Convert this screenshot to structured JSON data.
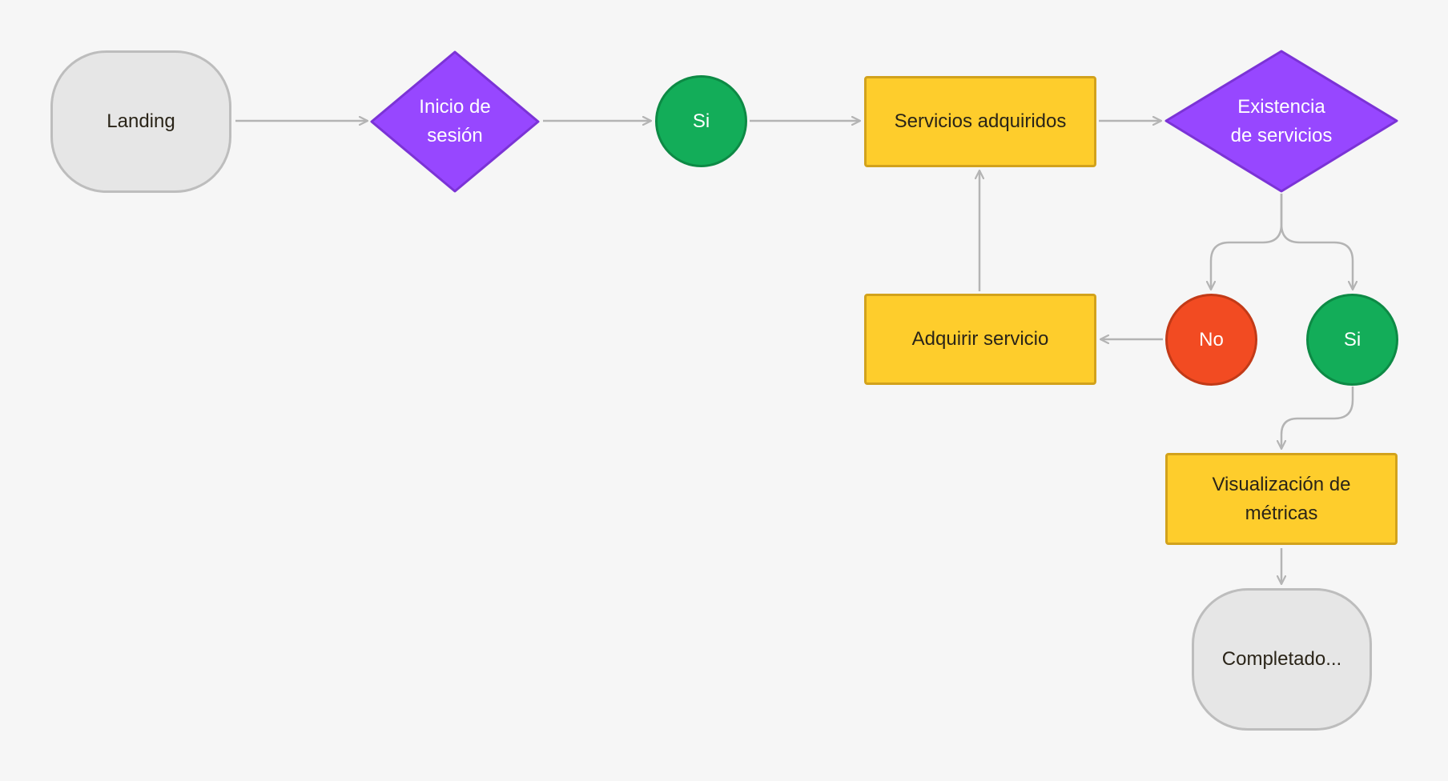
{
  "colors": {
    "background": "#f6f6f6",
    "terminal_fill": "#e6e6e6",
    "terminal_stroke": "#bdbdbd",
    "decision_fill": "#9747ff",
    "decision_stroke": "#7b33d6",
    "yes_fill": "#13ad59",
    "no_fill": "#f24b22",
    "process_fill": "#fecd2c",
    "connector": "#b4b4b4"
  },
  "nodes": {
    "landing": "Landing",
    "login_decision": "Inicio de\nsesión",
    "login_yes": "Si",
    "acquired_services": "Servicios adquiridos",
    "services_decision": "Existencia\nde servicios",
    "services_no": "No",
    "services_yes": "Si",
    "acquire_service": "Adquirir servicio",
    "metrics_view": "Visualización de\nmétricas",
    "completed": "Completado..."
  },
  "edges": [
    [
      "landing",
      "login_decision"
    ],
    [
      "login_decision",
      "login_yes"
    ],
    [
      "login_yes",
      "acquired_services"
    ],
    [
      "acquired_services",
      "services_decision"
    ],
    [
      "services_decision",
      "services_no"
    ],
    [
      "services_decision",
      "services_yes"
    ],
    [
      "services_no",
      "acquire_service"
    ],
    [
      "acquire_service",
      "acquired_services"
    ],
    [
      "services_yes",
      "metrics_view"
    ],
    [
      "metrics_view",
      "completed"
    ]
  ]
}
